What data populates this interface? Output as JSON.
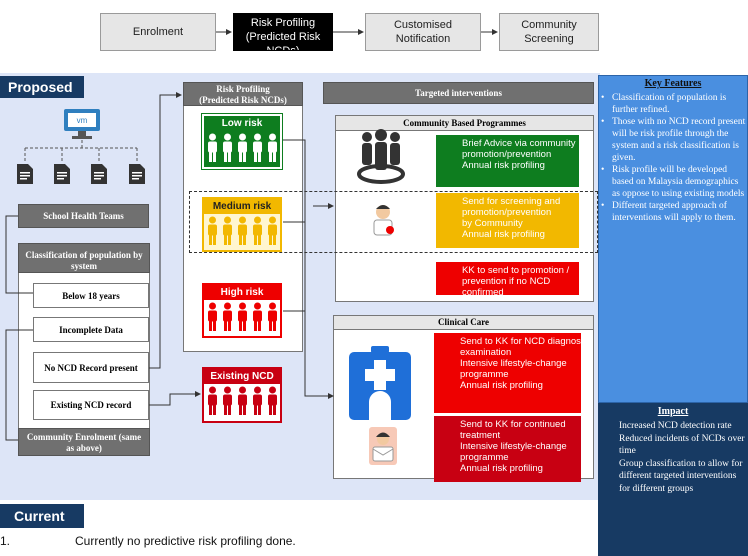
{
  "flow": {
    "steps": [
      "Enrolment",
      "Risk Profiling\n(Predicted Risk\nNCDs)",
      "Customised\nNotification",
      "Community\nScreening"
    ]
  },
  "proposed": {
    "label": "Proposed",
    "school_health_teams": "School Health Teams",
    "classification_title": "Classification of population by system",
    "classification_items": [
      "Below 18 years",
      "Incomplete Data",
      "No NCD Record present",
      "Existing NCD record"
    ],
    "community_enrolment": "Community Enrolment (same as above)"
  },
  "risk_profiling": {
    "title": "Risk Profiling\n(Predicted Risk NCDs)",
    "low": "Low risk",
    "medium": "Medium risk",
    "high": "High risk",
    "existing": "Existing NCD"
  },
  "interventions": {
    "title": "Targeted interventions",
    "community_title": "Community Based Programmes",
    "community_items": [
      {
        "color": "#0e7d1f",
        "lines": [
          "Brief Advice via community",
          "promotion/prevention",
          "Annual risk profiling"
        ]
      },
      {
        "color": "#f2b800",
        "lines": [
          "Send for screening and",
          "promotion/prevention",
          " by Community",
          "Annual risk profiling"
        ]
      },
      {
        "color": "#ee0000",
        "lines": [
          "KK to send to promotion /",
          "prevention if no NCD",
          "confirmed"
        ]
      }
    ],
    "clinical_title": "Clinical Care",
    "clinical_items": [
      {
        "color": "#ee0000",
        "lines": [
          "Send to KK for NCD diagnostic",
          "examination",
          "Intensive lifestyle-change",
          "programme",
          "Annual risk profiling"
        ]
      },
      {
        "color": "#c80012",
        "lines": [
          "Send to KK for continued",
          "treatment",
          "Intensive lifestyle-change",
          "programme",
          "Annual risk profiling"
        ]
      }
    ]
  },
  "key_features": {
    "title": "Key Features",
    "items": [
      "Classification of population is further refined.",
      "Those with no NCD record present will be risk profile through the system and a risk classification is given.",
      "Risk profile will be developed based on Malaysia demographics as oppose to using existing models",
      "Different targeted approach of interventions will apply to them."
    ]
  },
  "impact": {
    "title": "Impact",
    "items": [
      "Increased NCD detection rate",
      "Reduced incidents of NCDs over time",
      "Group classification to allow for different targeted interventions for different groups"
    ]
  },
  "current": {
    "label": "Current",
    "number": "1.",
    "text": "Currently no predictive risk profiling done."
  },
  "colors": {
    "proposed_bg": "#dde5f7",
    "navy": "#173a63",
    "side_blue": "#4a8fe0",
    "green": "#0e7d1f",
    "amber": "#f2b800",
    "red": "#ee0000"
  },
  "icons": [
    "monitor-icon",
    "document-icon",
    "people-group-icon",
    "doctor-icon",
    "hospital-icon",
    "patient-icon"
  ]
}
